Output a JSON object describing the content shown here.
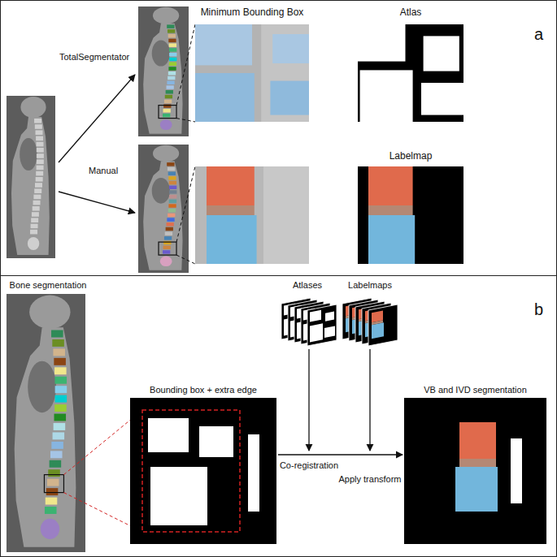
{
  "diagram": {
    "nodes": [
      {
        "text": [
          "a"
        ]
      },
      {
        "text": [
          "Minimum Bounding Box"
        ],
        "in": 0
      },
      {
        "text": [
          "Atlas"
        ],
        "in": 0
      },
      {
        "text": [
          "Labelmap"
        ],
        "in": 0
      },
      {
        "text": [
          "b"
        ]
      },
      {
        "text": [
          "Bone segmentation"
        ],
        "in": 4
      },
      {
        "text": [
          "Bounding box + extra edge"
        ],
        "in": 4
      },
      {
        "text": [
          "Atlases"
        ],
        "in": 4
      },
      {
        "text": [
          "Labelmaps"
        ],
        "in": 4
      },
      {
        "text": [
          "VB and IVD segmentation"
        ],
        "in": 4
      }
    ],
    "edges": [
      {
        "from": 6,
        "to": 9,
        "arrow": "to"
      }
    ],
    "labels": [
      "TotalSegmentator",
      "Manual",
      "Co-registration",
      "Apply transform"
    ]
  }
}
